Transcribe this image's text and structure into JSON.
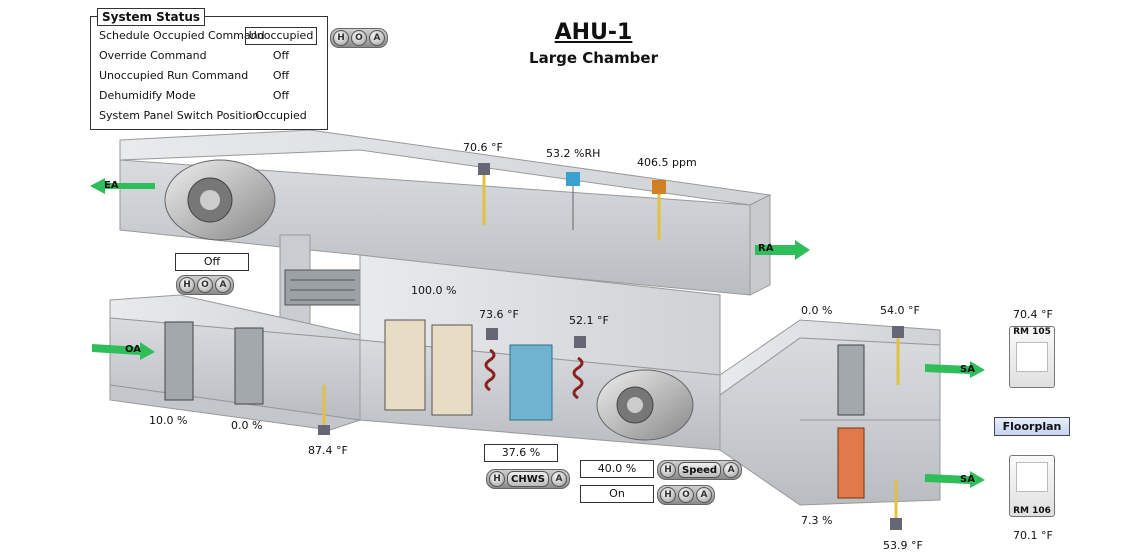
{
  "header": {
    "title": "AHU-1",
    "subtitle": "Large Chamber"
  },
  "system_status": {
    "title": "System Status",
    "rows": [
      {
        "label": "Schedule Occupied Command",
        "value": "Unoccupied"
      },
      {
        "label": "Override Command",
        "value": "Off"
      },
      {
        "label": "Unoccupied Run Command",
        "value": "Off"
      },
      {
        "label": "Dehumidify Mode",
        "value": "Off"
      },
      {
        "label": "System Panel Switch Position",
        "value": "Occupied"
      }
    ]
  },
  "hoa": {
    "h": "H",
    "o": "O",
    "a": "A",
    "chws_label": "CHWS",
    "speed_label": "Speed"
  },
  "exhaust_fan": {
    "status": "Off"
  },
  "return_air": {
    "temp": "70.6 °F",
    "humidity": "53.2 %RH",
    "co2": "406.5 ppm"
  },
  "mixing": {
    "return_damper": "100.0 %",
    "oa_damper": "10.0 %",
    "oa_damper2": "0.0 %",
    "outside_temp": "87.4 °F"
  },
  "coils": {
    "mixed_temp": "73.6 °F",
    "discharge_temp": "52.1 °F",
    "chws_valve": "37.6 %"
  },
  "supply_fan": {
    "speed": "40.0 %",
    "status": "On"
  },
  "supply": {
    "upper_damper": "0.0 %",
    "upper_temp": "54.0 °F",
    "lower_damper": "7.3 %",
    "lower_temp": "53.9 °F"
  },
  "airflow_labels": {
    "ea": "EA",
    "ra": "RA",
    "oa": "OA",
    "sa1": "SA",
    "sa2": "SA"
  },
  "rooms": [
    {
      "name": "RM 105",
      "temp": "70.4 °F"
    },
    {
      "name": "RM 106",
      "temp": "70.1 °F"
    }
  ],
  "floorplan_button": "Floorplan"
}
